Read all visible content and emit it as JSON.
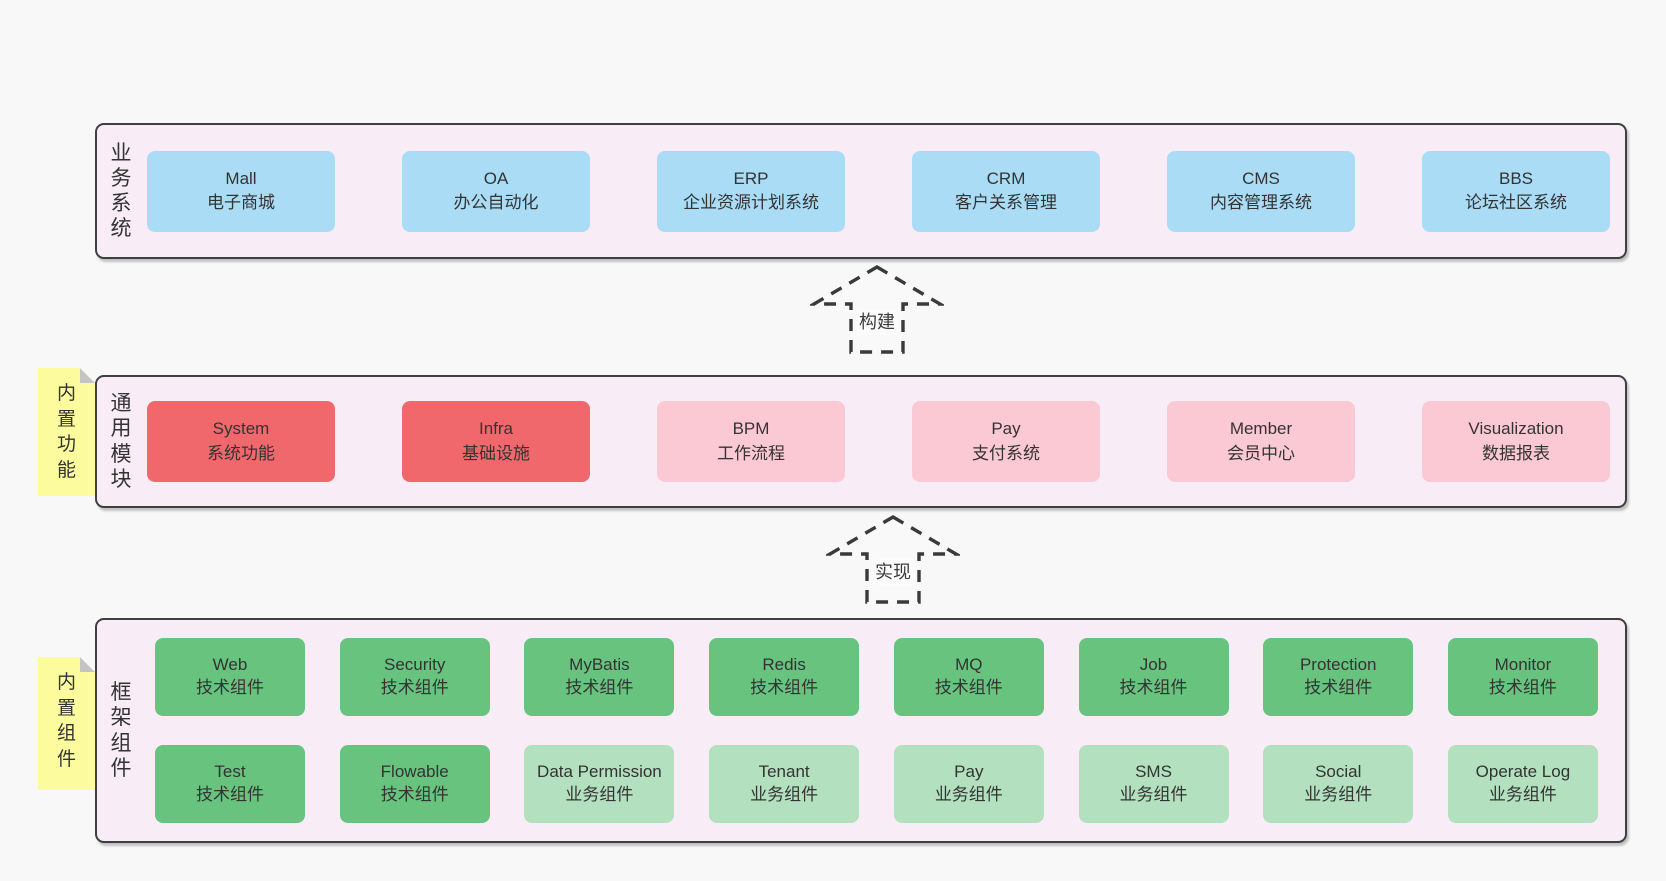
{
  "diagram": {
    "title": "layered architecture diagram",
    "colors": {
      "page_bg": "#f8f8f8",
      "band_bg": "#f8edf6",
      "band_border": "#3f3f3f",
      "box_blue": "#aadcf5",
      "box_red": "#f1686c",
      "box_pink": "#fbc9d3",
      "box_green_dark": "#67c37d",
      "box_green_light": "#b3e1bf",
      "note_yellow": "#fcfc9f",
      "text": "#333333"
    },
    "arrows": [
      {
        "label": "构建"
      },
      {
        "label": "实现"
      }
    ],
    "bands": [
      {
        "label": "业务系统",
        "boxes": [
          {
            "name": "Mall",
            "subtitle": "电子商城"
          },
          {
            "name": "OA",
            "subtitle": "办公自动化"
          },
          {
            "name": "ERP",
            "subtitle": "企业资源计划系统"
          },
          {
            "name": "CRM",
            "subtitle": "客户关系管理"
          },
          {
            "name": "CMS",
            "subtitle": "内容管理系统"
          },
          {
            "name": "BBS",
            "subtitle": "论坛社区系统"
          }
        ]
      },
      {
        "label": "通用模块",
        "note": "内置功能",
        "boxes": [
          {
            "name": "System",
            "subtitle": "系统功能"
          },
          {
            "name": "Infra",
            "subtitle": "基础设施"
          },
          {
            "name": "BPM",
            "subtitle": "工作流程"
          },
          {
            "name": "Pay",
            "subtitle": "支付系统"
          },
          {
            "name": "Member",
            "subtitle": "会员中心"
          },
          {
            "name": "Visualization",
            "subtitle": "数据报表"
          }
        ]
      },
      {
        "label": "框架组件",
        "note": "内置组件",
        "row1": [
          {
            "name": "Web",
            "subtitle": "技术组件"
          },
          {
            "name": "Security",
            "subtitle": "技术组件"
          },
          {
            "name": "MyBatis",
            "subtitle": "技术组件"
          },
          {
            "name": "Redis",
            "subtitle": "技术组件"
          },
          {
            "name": "MQ",
            "subtitle": "技术组件"
          },
          {
            "name": "Job",
            "subtitle": "技术组件"
          },
          {
            "name": "Protection",
            "subtitle": "技术组件"
          },
          {
            "name": "Monitor",
            "subtitle": "技术组件"
          }
        ],
        "row2": [
          {
            "name": "Test",
            "subtitle": "技术组件"
          },
          {
            "name": "Flowable",
            "subtitle": "技术组件"
          },
          {
            "name": "Data Permission",
            "subtitle": "业务组件"
          },
          {
            "name": "Tenant",
            "subtitle": "业务组件"
          },
          {
            "name": "Pay",
            "subtitle": "业务组件"
          },
          {
            "name": "SMS",
            "subtitle": "业务组件"
          },
          {
            "name": "Social",
            "subtitle": "业务组件"
          },
          {
            "name": "Operate Log",
            "subtitle": "业务组件"
          }
        ]
      }
    ]
  }
}
